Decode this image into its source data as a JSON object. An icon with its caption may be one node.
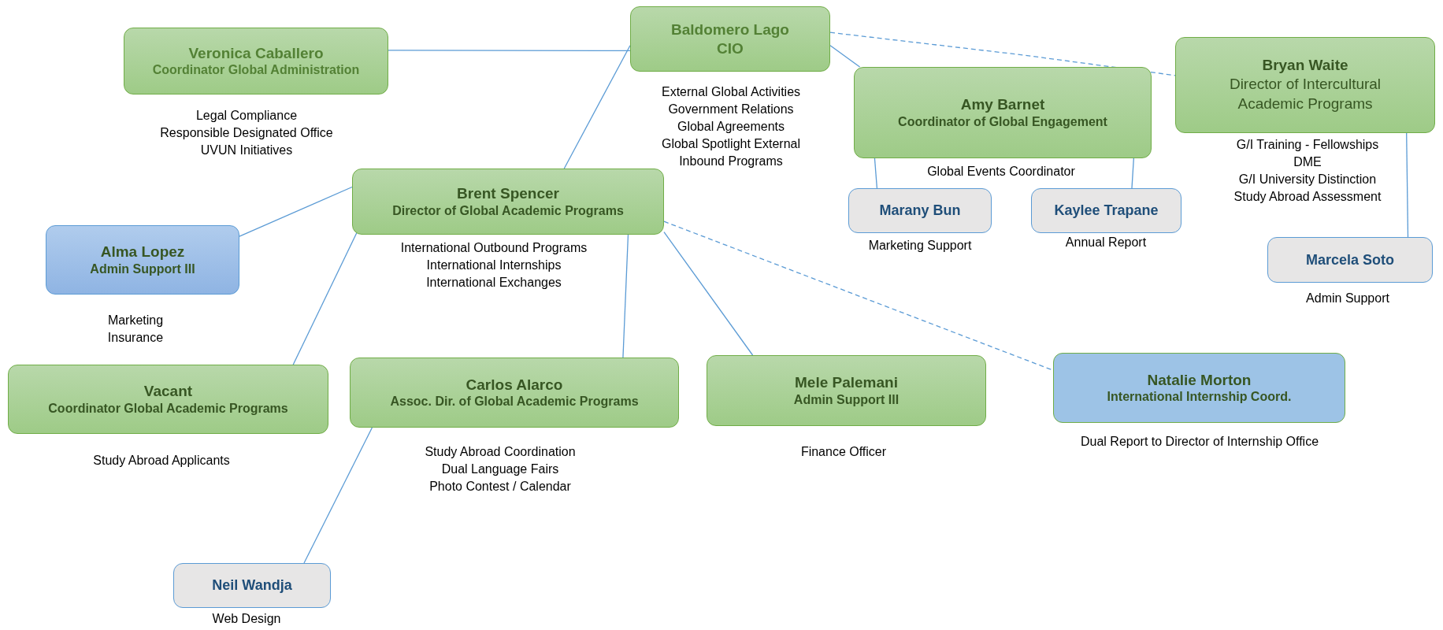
{
  "diagram": {
    "nodes": [
      {
        "text": [
          "Baldomero Lago",
          "CIO"
        ],
        "beside": [
          "External Global Activities",
          "Government Relations",
          "Global Agreements",
          "Global Spotlight External",
          "Inbound Programs"
        ]
      },
      {
        "text": [
          "Veronica Caballero",
          "Coordinator Global  Administration"
        ],
        "beside": [
          "Legal Compliance",
          "Responsible Designated Office",
          "UVUN Initiatives"
        ]
      },
      {
        "text": [
          "Amy Barnet",
          "Coordinator of Global Engagement"
        ],
        "beside": [
          "Global Events Coordinator"
        ]
      },
      {
        "text": [
          "Bryan Waite",
          "Director of Intercultural Academic Programs"
        ],
        "beside": [
          "G/I Training - Fellowships",
          "DME",
          "G/I University Distinction",
          "Study Abroad Assessment"
        ]
      },
      {
        "text": [
          "Marany Bun"
        ],
        "beside": [
          "Marketing Support"
        ]
      },
      {
        "text": [
          "Kaylee Trapane"
        ],
        "beside": [
          "Annual Report"
        ]
      },
      {
        "text": [
          "Marcela Soto"
        ],
        "beside": [
          "Admin Support"
        ]
      },
      {
        "text": [
          "Brent Spencer",
          "Director of Global Academic Programs"
        ],
        "beside": [
          "International Outbound Programs",
          "International Internships",
          "International Exchanges"
        ]
      },
      {
        "text": [
          "Alma Lopez",
          "Admin Support III"
        ],
        "beside": [
          "Marketing",
          "Insurance"
        ]
      },
      {
        "text": [
          "Vacant",
          "Coordinator Global Academic Programs"
        ],
        "beside": [
          "Study Abroad Applicants"
        ]
      },
      {
        "text": [
          "Carlos Alarco",
          "Assoc. Dir. of Global Academic Programs"
        ],
        "beside": [
          "Study Abroad Coordination",
          "Dual Language Fairs",
          "Photo Contest / Calendar"
        ]
      },
      {
        "text": [
          "Mele Palemani",
          "Admin Support III"
        ],
        "beside": [
          "Finance Officer"
        ]
      },
      {
        "text": [
          "Natalie Morton",
          "International Internship Coord."
        ],
        "beside": [
          "Dual Report to Director of Internship Office"
        ]
      },
      {
        "text": [
          "Neil Wandja"
        ],
        "beside": [
          "Web Design"
        ]
      }
    ],
    "edges": [
      {
        "from": 0,
        "to": 1,
        "arrow": "none"
      },
      {
        "from": 0,
        "to": 7,
        "arrow": "none"
      },
      {
        "from": 0,
        "to": 2,
        "arrow": "none"
      },
      {
        "from": 0,
        "to": 3,
        "arrow": "none",
        "style": "dashed"
      },
      {
        "from": 2,
        "to": 4,
        "arrow": "none"
      },
      {
        "from": 2,
        "to": 5,
        "arrow": "none"
      },
      {
        "from": 3,
        "to": 6,
        "arrow": "none"
      },
      {
        "from": 7,
        "to": 8,
        "arrow": "none"
      },
      {
        "from": 7,
        "to": 9,
        "arrow": "none"
      },
      {
        "from": 7,
        "to": 10,
        "arrow": "none"
      },
      {
        "from": 7,
        "to": 11,
        "arrow": "none"
      },
      {
        "from": 7,
        "to": 12,
        "arrow": "none",
        "style": "dashed"
      },
      {
        "from": 10,
        "to": 13,
        "arrow": "none"
      }
    ]
  }
}
